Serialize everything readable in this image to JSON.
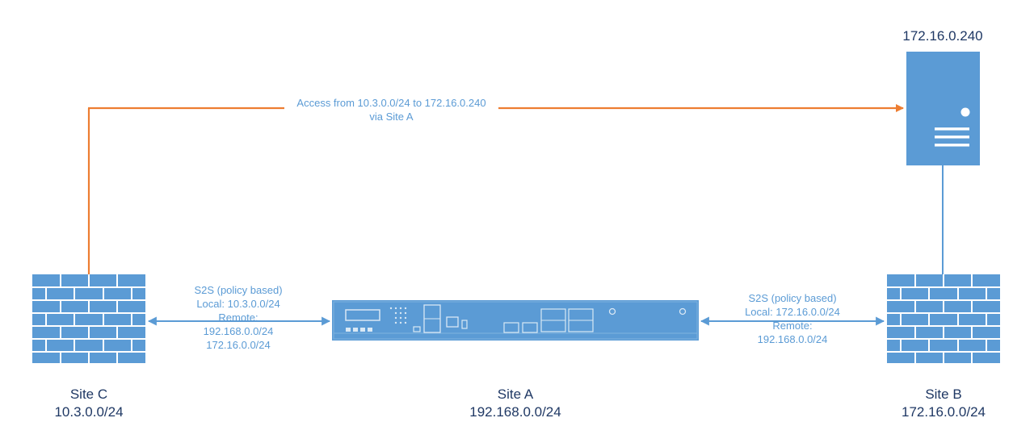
{
  "server": {
    "ip": "172.16.0.240"
  },
  "access_note": {
    "line1": "Access from 10.3.0.0/24 to 172.16.0.240",
    "line2": "via Site A"
  },
  "site_c": {
    "name": "Site C",
    "subnet": "10.3.0.0/24",
    "tunnel": {
      "type": "S2S (policy based)",
      "local": "Local: 10.3.0.0/24",
      "remote_label": "Remote:",
      "remote_1": "192.168.0.0/24",
      "remote_2": "172.16.0.0/24"
    }
  },
  "site_a": {
    "name": "Site A",
    "subnet": "192.168.0.0/24"
  },
  "site_b": {
    "name": "Site B",
    "subnet": "172.16.0.0/24",
    "tunnel": {
      "type": "S2S (policy based)",
      "local": "Local: 172.16.0.0/24",
      "remote_label": "Remote:",
      "remote_1": "192.168.0.0/24"
    }
  },
  "colors": {
    "accent_blue": "#5b9bd5",
    "navy": "#1f3864",
    "orange": "#ed7d31"
  },
  "icons": {
    "server": "server-icon",
    "firewall": "firewall-icon",
    "appliance": "appliance-icon"
  }
}
